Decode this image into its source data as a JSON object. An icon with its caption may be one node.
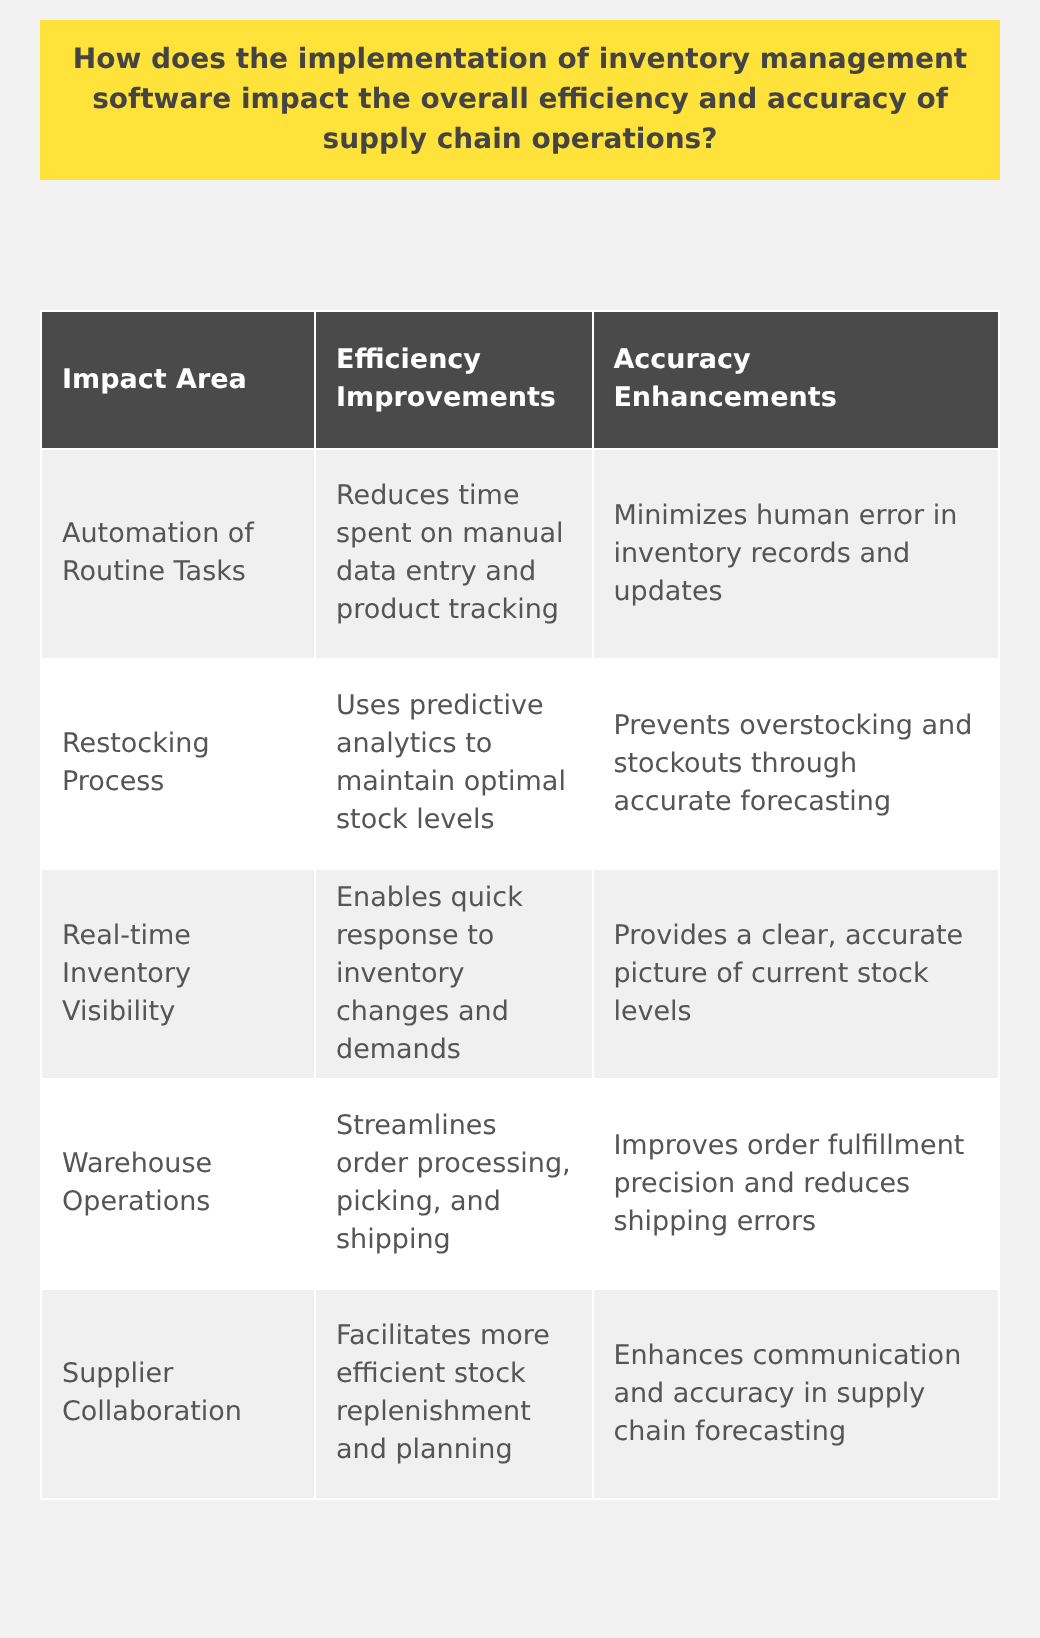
{
  "diagram": {
    "title": "How does the implementation of inventory management software impact the overall efficiency and accuracy of supply chain operations?",
    "labels": [
      "Impact Area",
      "Efficiency Improvements",
      "Accuracy Enhancements",
      "Automation of Routine Tasks",
      "Reduces time spent on manual data entry and product tracking",
      "Minimizes human error in inventory records and updates",
      "Restocking Process",
      "Uses predictive analytics to maintain optimal stock levels",
      "Prevents overstocking and stockouts through accurate forecasting",
      "Real-time Inventory Visibility",
      "Enables quick response to inventory changes and demands",
      "Provides a clear, accurate picture of current stock levels",
      "Warehouse Operations",
      "Streamlines order processing, picking, and shipping",
      "Improves order fulfillment precision and reduces shipping errors",
      "Supplier Collaboration",
      "Facilitates more efficient stock replenishment and planning",
      "Enhances communication and accuracy in supply chain forecasting"
    ]
  }
}
